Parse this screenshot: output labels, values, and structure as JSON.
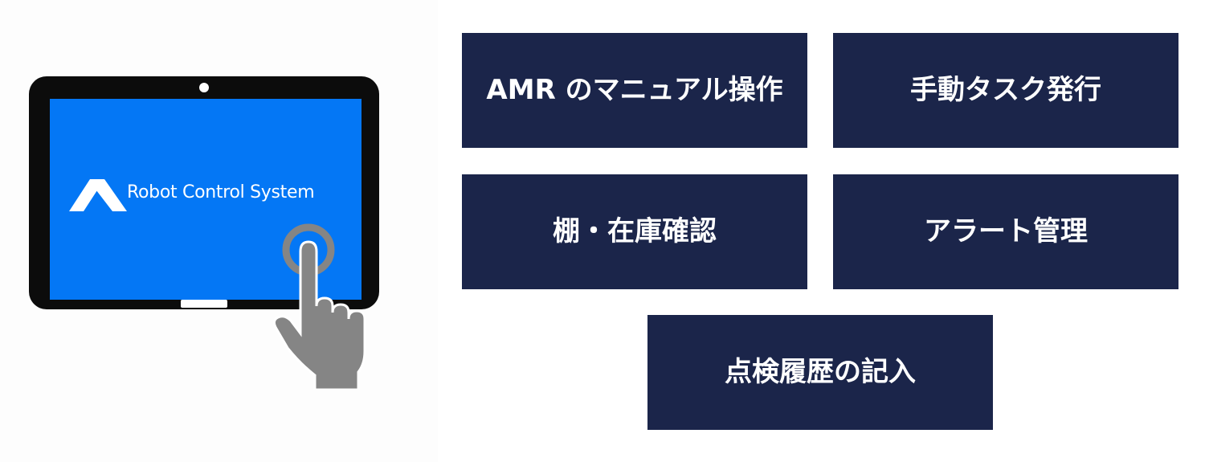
{
  "tablet": {
    "screen_title": "Robot Control System",
    "screen_color": "#0477f5",
    "frame_color": "#0c0c0c",
    "icons": [
      "app-logo-icon",
      "tap-hand-icon"
    ]
  },
  "tiles": [
    {
      "label": "AMR のマニュアル操作"
    },
    {
      "label": "手動タスク発行"
    },
    {
      "label": "棚・在庫確認"
    },
    {
      "label": "アラート管理"
    },
    {
      "label": "点検履歴の記入"
    }
  ],
  "colors": {
    "tile_background": "#1b254a",
    "tile_text": "#ffffff",
    "hand": "#858585"
  }
}
